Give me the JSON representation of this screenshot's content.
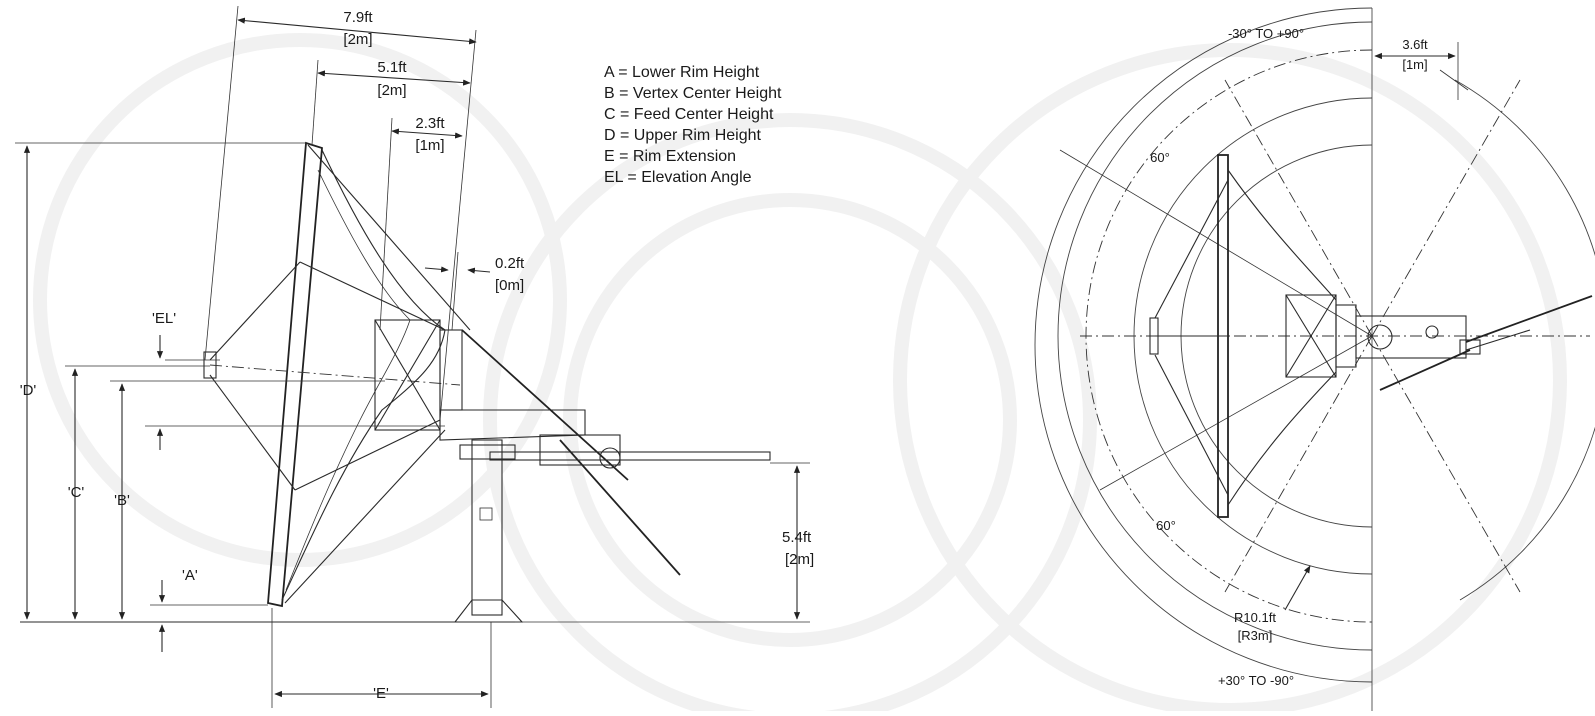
{
  "legend": [
    "A = Lower Rim Height",
    "B = Vertex Center Height",
    "C = Feed Center Height",
    "D = Upper Rim Height",
    "E = Rim Extension",
    "EL = Elevation Angle"
  ],
  "side_view": {
    "dims": {
      "overall_ft": "7.9ft",
      "overall_m": "[2m]",
      "mid_ft": "5.1ft",
      "mid_m": "[2m]",
      "feed_ft": "2.3ft",
      "feed_m": "[1m]",
      "rim_ft": "0.2ft",
      "rim_m": "[0m]",
      "pedestal_ft": "5.4ft",
      "pedestal_m": "[2m]"
    },
    "labels": {
      "el": "'EL'",
      "d": "'D'",
      "c": "'C'",
      "b": "'B'",
      "a": "'A'",
      "e": "'E'"
    }
  },
  "top_view": {
    "range_top": "-30° TO +90°",
    "range_bottom": "+30° TO -90°",
    "offset_ft": "3.6ft",
    "offset_m": "[1m]",
    "angle_upper": "60°",
    "angle_lower": "60°",
    "radius_ft": "R10.1ft",
    "radius_m": "[R3m]"
  }
}
